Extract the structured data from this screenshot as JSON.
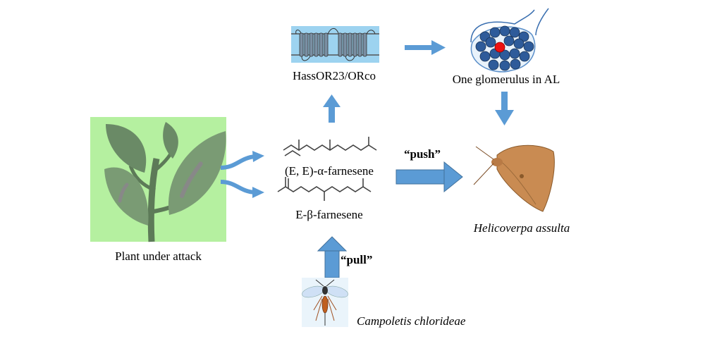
{
  "labels": {
    "plant": "Plant under attack",
    "receptor": "HassOR23/ORco",
    "glomerulus": "One glomerulus in AL",
    "compound_alpha": "(E, E)-α-farnesene",
    "compound_beta": "E-β-farnesene",
    "push": "“push”",
    "pull": "“pull”",
    "moth": "Helicoverpa assulta",
    "wasp": "Campoletis chlorideae"
  },
  "colors": {
    "arrow": "#5b9bd5",
    "arrow_stroke": "#41719c",
    "plant_bg": "#b5f0a0",
    "membrane_bg": "#9dd3f0",
    "glomerulus_dot": "#2e5b9a",
    "highlight_dot": "#ee1111"
  },
  "icons": {
    "plant": "leaf-plant-icon",
    "receptor": "membrane-receptor-icon",
    "glomerulus": "antennal-lobe-icon",
    "moth": "moth-icon",
    "wasp": "wasp-icon"
  }
}
